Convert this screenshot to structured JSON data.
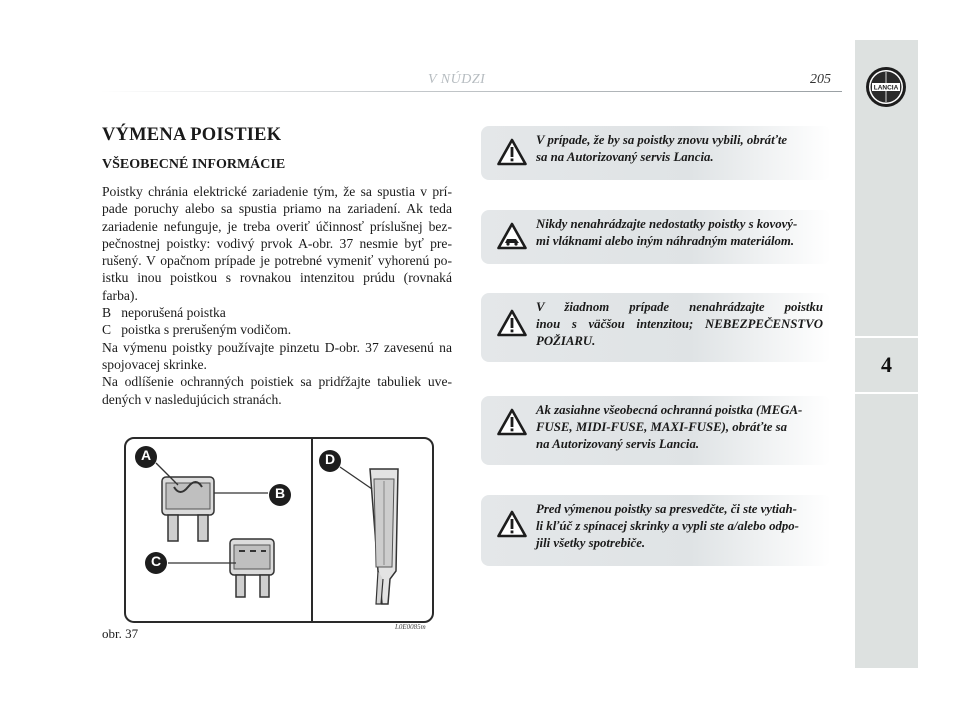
{
  "header": {
    "title": "V NÚDZI",
    "page_number": "205"
  },
  "sidebar": {
    "chapter": "4",
    "logo_text": "LANCIA"
  },
  "section": {
    "title": "VÝMENA POISTIEK",
    "subtitle": "VŠEOBECNÉ INFORMÁCIE",
    "body_lines": [
      "Poistky chránia elektrické zariadenie tým, že sa spustia v prí-",
      "pade poruchy alebo sa spustia priamo na zariadení. Ak teda",
      "zariadenie nefunguje, je treba overiť účinnosť príslušnej bez-",
      "pečnostnej poistky: vodivý prvok A-obr. 37 nesmie byť pre-",
      "rušený. V opačnom prípade je potrebné vymeniť vyhorenú po-",
      "istku inou poistkou s rovnakou intenzitou prúdu (rovnaká",
      "farba).",
      "B   neporušená poistka",
      "C   poistka s prerušeným vodičom.",
      "Na výmenu poistky používajte pinzetu D-obr. 37 zavesenú na",
      "spojovacej skrinke.",
      "Na odlíšenie ochranných poistiek sa pridŕžajte tabuliek uve-",
      "dených v nasledujúcich stranách."
    ]
  },
  "warnings": [
    {
      "lines": [
        "V prípade, že by sa poistky znovu vybili, obráťte",
        "sa na Autorizovaný servis Lancia."
      ]
    },
    {
      "lines": [
        "Nikdy nenahrádzajte nedostatky poistky s kovový-",
        "mi vláknami alebo iným náhradným materiálom."
      ]
    },
    {
      "lines": [
        "V žiadnom prípade nenahrádzajte poistku",
        "inou s väčšou intenzitou; NEBEZPEČENSTVO",
        "POŽIARU."
      ]
    },
    {
      "lines": [
        "Ak zasiahne všeobecná ochranná poistka (MEGA-",
        "FUSE, MIDI-FUSE, MAXI-FUSE), obráťte sa",
        "na Autorizovaný servis Lancia."
      ]
    },
    {
      "lines": [
        "Pred výmenou poistky sa presvedčte, či ste vytiah-",
        "li kľúč z spínacej skrinky a vypli ste a/alebo odpo-",
        "jili všetky spotrebiče."
      ]
    }
  ],
  "figure": {
    "caption": "obr. 37",
    "code": "L0E0085m",
    "labels": {
      "a": "A",
      "b": "B",
      "c": "C",
      "d": "D"
    }
  }
}
